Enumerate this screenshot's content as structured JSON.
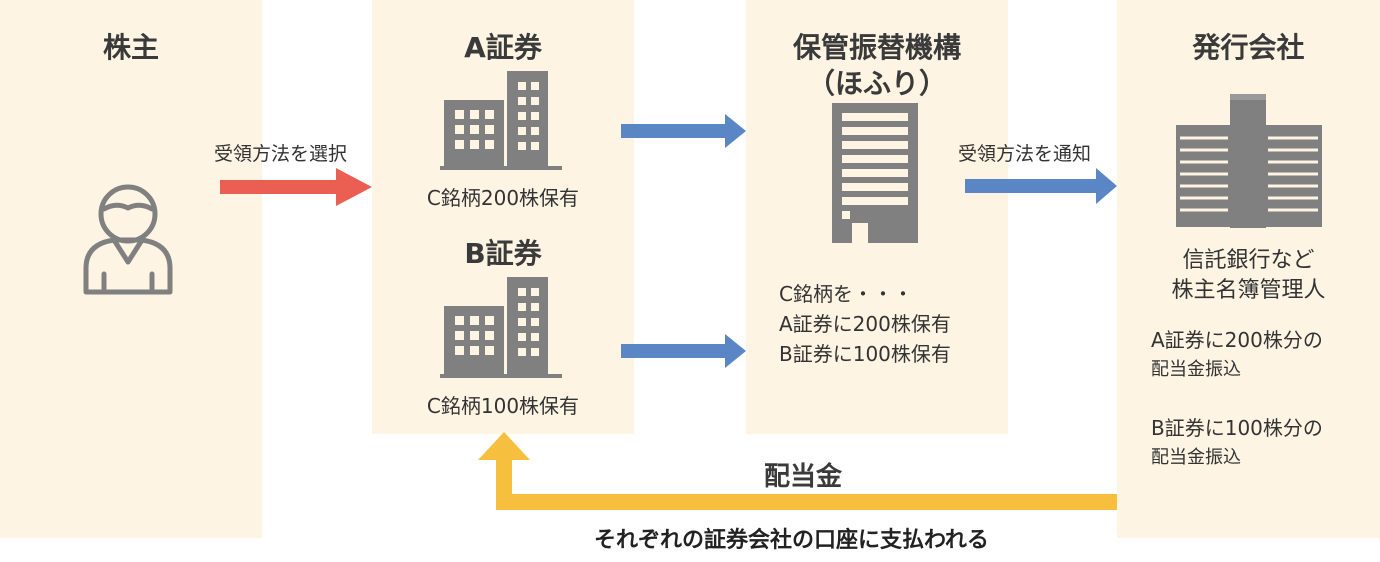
{
  "columns": {
    "shareholder": {
      "title": "株主"
    },
    "broker_a": {
      "title": "A証券",
      "holding": "C銘柄200株保有"
    },
    "broker_b": {
      "title": "B証券",
      "holding": "C銘柄100株保有"
    },
    "hofuri": {
      "title_line1": "保管振替機構",
      "title_line2": "（ほふり）",
      "detail_lines": [
        "C銘柄を・・・",
        "A証券に200株保有",
        "B証券に100株保有"
      ]
    },
    "issuer": {
      "title": "発行会社",
      "subtitle_lines": [
        "信託銀行など",
        "株主名簿管理人"
      ],
      "transfer_a": [
        "A証券に200株分の",
        "配当金振込"
      ],
      "transfer_b": [
        "B証券に100株分の",
        "配当金振込"
      ]
    }
  },
  "arrows": {
    "select_label": "受領方法を選択",
    "notify_label": "受領方法を通知",
    "dividend_label": "配当金",
    "dividend_note": "それぞれの証券会社の口座に支払われる"
  },
  "colors": {
    "panel": "#fdf4e3",
    "red_arrow": "#ea5f51",
    "blue_arrow": "#5b86c5",
    "yellow_arrow": "#f6bf3e",
    "icon_gray": "#7f7f7f"
  },
  "icons": [
    "person-icon",
    "office-building-icon",
    "tall-building-icon",
    "corporate-building-icon"
  ]
}
